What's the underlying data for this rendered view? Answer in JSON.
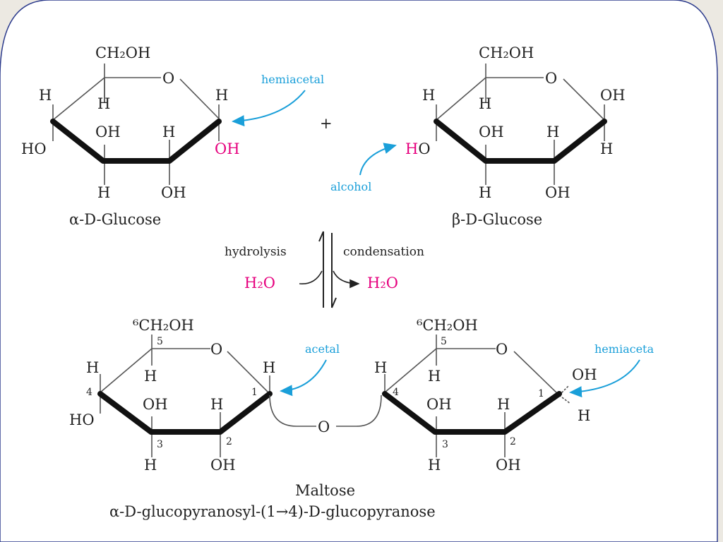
{
  "alpha": {
    "ch2oh": "CH₂OH",
    "ring_o": "O",
    "h_left": "H",
    "h_c5": "H",
    "h_c1": "H",
    "ho_c4": "HO",
    "oh_c3": "OH",
    "h_c2": "H",
    "oh_c1": "OH",
    "h_c3": "H",
    "oh_c2": "OH",
    "name": "α-D-Glucose"
  },
  "plus": "+",
  "beta": {
    "ch2oh": "CH₂OH",
    "ring_o": "O",
    "h_left": "H",
    "h_c5": "H",
    "oh_c1": "OH",
    "ho_c4": "HO",
    "oh_c3": "OH",
    "h_c2": "H",
    "h_c1": "H",
    "h_c3": "H",
    "oh_c2": "OH",
    "name": "β-D-Glucose"
  },
  "annotations": {
    "hemiacetal_top": "hemiacetal",
    "alcohol": "alcohol",
    "acetal": "acetal",
    "hemiacetal_bottom": "hemiaceta"
  },
  "reaction": {
    "hydrolysis": "hydrolysis",
    "condensation": "condensation",
    "water_left": "H₂O",
    "water_right": "H₂O"
  },
  "maltose": {
    "left": {
      "ch2oh": "⁶CH₂OH",
      "n5": "5",
      "ring_o": "O",
      "h_left": "H",
      "h_c5": "H",
      "h_c1": "H",
      "n1": "1",
      "n4": "4",
      "ho_c4": "HO",
      "oh_c3": "OH",
      "h_c2": "H",
      "n3": "3",
      "n2": "2",
      "h_c3": "H",
      "oh_c2": "OH"
    },
    "bridge_o": "O",
    "right": {
      "ch2oh": "⁶CH₂OH",
      "n5": "5",
      "ring_o": "O",
      "h_left": "H",
      "h_c5": "H",
      "n4": "4",
      "oh_c1": "OH",
      "n1": "1",
      "h_c1": "H",
      "oh_c3": "OH",
      "h_c2": "H",
      "n3": "3",
      "n2": "2",
      "h_c3": "H",
      "oh_c2": "OH"
    },
    "name": "Maltose",
    "iupac": "α-D-glucopyranosyl-(1→4)-D-glucopyranose"
  },
  "colors": {
    "background": "#ece9e2",
    "panel": "#ffffff",
    "panel_border": "#2b3a8c",
    "highlight": "#e6007e",
    "annotation": "#1a9fd9"
  }
}
